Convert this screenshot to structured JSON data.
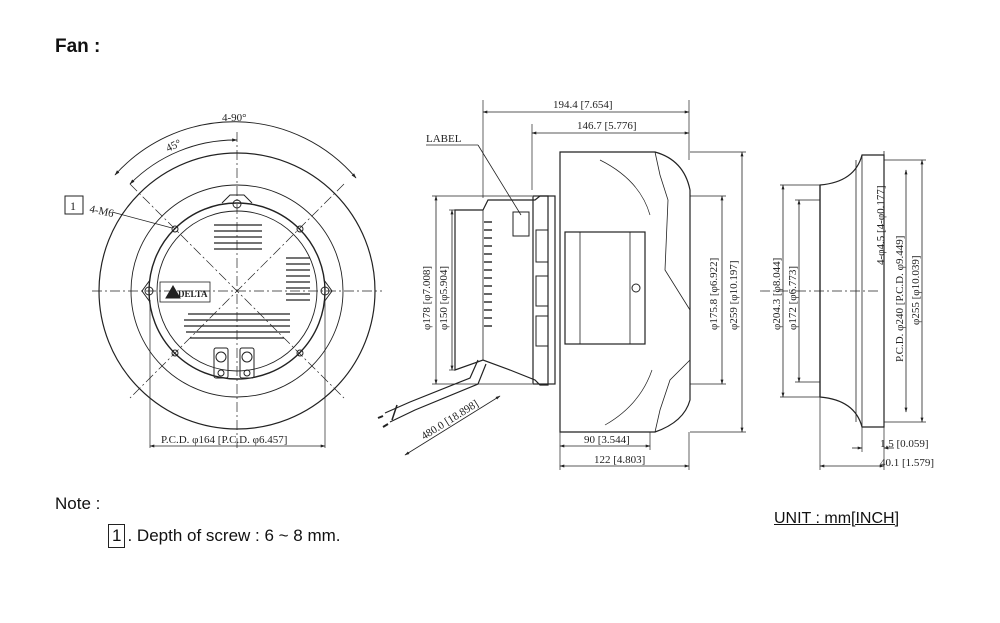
{
  "heading": "Fan :",
  "note": {
    "title": "Note :",
    "index": "1",
    "text": ". Depth of screw : 6 ~ 8 mm."
  },
  "unit": "UNIT : mm[INCH]",
  "front_view": {
    "angle_total": "4-90°",
    "angle_half": "45°",
    "callout_index": "1",
    "callout_text": "4-M6",
    "pcd": "P.C.D. φ164 [P.C.D. φ6.457]",
    "logo_text": "DELTA"
  },
  "side_view": {
    "label_tag": "LABEL",
    "width_total": "194.4 [7.654]",
    "width_impeller": "146.7 [5.776]",
    "dia_178": "φ178 [φ7.008]",
    "dia_150": "φ150 [φ5.904]",
    "dia_175": "φ175.8 [φ6.922]",
    "dia_259": "φ259 [φ10.197]",
    "cable_length": "480.0 [18.898]",
    "width_90": "90 [3.544]",
    "width_122": "122 [4.803]"
  },
  "ring_view": {
    "dia_204": "φ204.3 [φ8.044]",
    "dia_172": "φ172 [φ6.773]",
    "holes": "4-φ4.5 [4-φ0.177]",
    "pcd_240": "P.C.D. φ240 [P.C.D. φ9.449]",
    "dia_255": "φ255 [φ10.039]",
    "thick_15": "1.5 [0.059]",
    "depth_401": "40.1 [1.579]"
  }
}
